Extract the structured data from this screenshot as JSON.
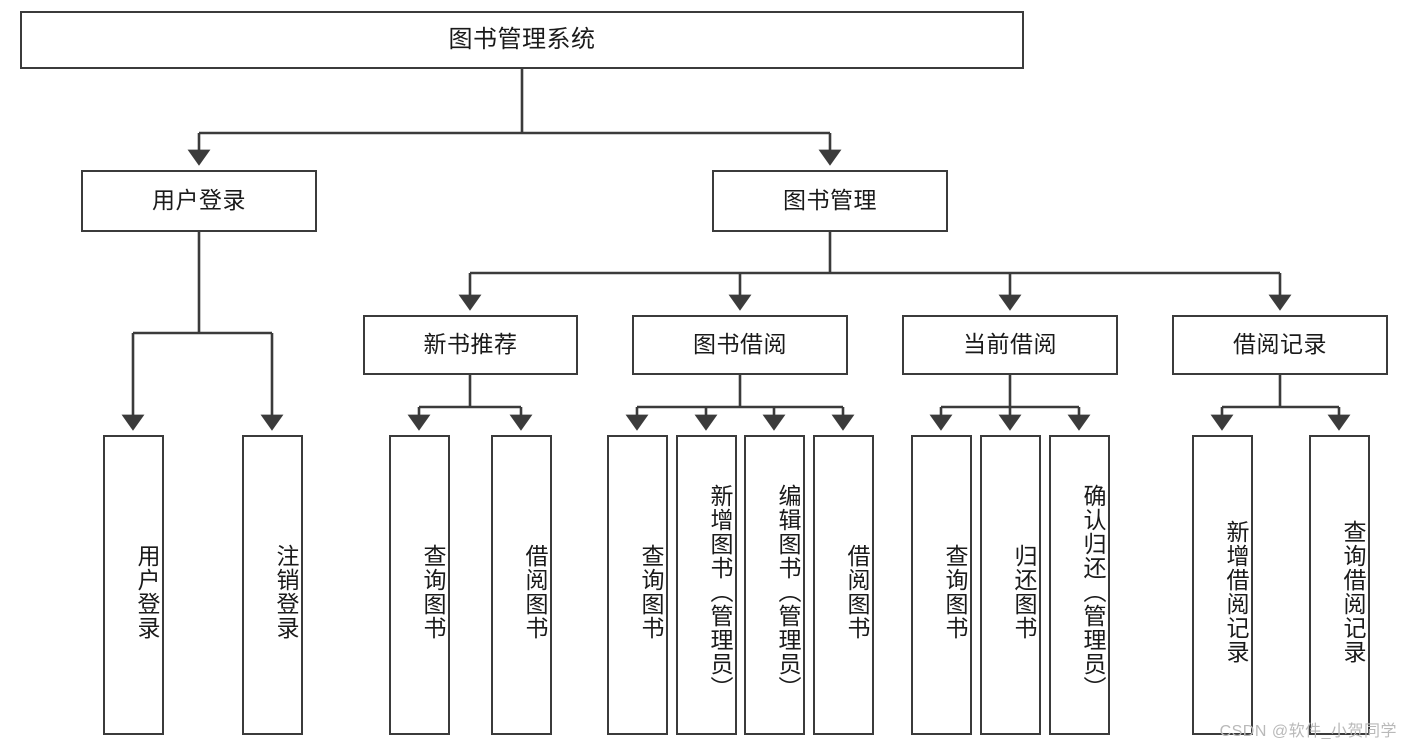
{
  "diagram": {
    "type": "tree-hierarchy-diagram",
    "title": "图书管理系统",
    "style": {
      "box_fill": "#ffffff",
      "box_border": "#3b3b3b",
      "line_color": "#3b3b3b",
      "text_color": "#1a1a1a",
      "background": "#ffffff"
    },
    "levels": {
      "level1": [
        {
          "id": "root",
          "label": "图书管理系统"
        }
      ],
      "level2": [
        {
          "id": "user-login",
          "label": "用户登录",
          "parent": "root"
        },
        {
          "id": "book-manage",
          "label": "图书管理",
          "parent": "root"
        }
      ],
      "level3": [
        {
          "id": "new-book-rec",
          "label": "新书推荐",
          "parent": "book-manage"
        },
        {
          "id": "book-borrow",
          "label": "图书借阅",
          "parent": "book-manage"
        },
        {
          "id": "current-borrow",
          "label": "当前借阅",
          "parent": "book-manage"
        },
        {
          "id": "borrow-record",
          "label": "借阅记录",
          "parent": "book-manage"
        }
      ],
      "leaves": [
        {
          "id": "leaf-user-login",
          "label": "用户登录",
          "parent": "user-login"
        },
        {
          "id": "leaf-logout-login",
          "label": "注销登录",
          "parent": "user-login"
        },
        {
          "id": "leaf-query-book-1",
          "label": "查询图书",
          "parent": "new-book-rec"
        },
        {
          "id": "leaf-borrow-book-1",
          "label": "借阅图书",
          "parent": "new-book-rec"
        },
        {
          "id": "leaf-query-book-2",
          "label": "查询图书",
          "parent": "book-borrow"
        },
        {
          "id": "leaf-add-book",
          "label": "新增图书（管理员）",
          "parent": "book-borrow"
        },
        {
          "id": "leaf-edit-book",
          "label": "编辑图书（管理员）",
          "parent": "book-borrow"
        },
        {
          "id": "leaf-borrow-book-2",
          "label": "借阅图书",
          "parent": "book-borrow"
        },
        {
          "id": "leaf-query-book-3",
          "label": "查询图书",
          "parent": "current-borrow"
        },
        {
          "id": "leaf-return-book",
          "label": "归还图书",
          "parent": "current-borrow"
        },
        {
          "id": "leaf-confirm-return",
          "label": "确认归还（管理员）",
          "parent": "current-borrow"
        },
        {
          "id": "leaf-add-record",
          "label": "新增借阅记录",
          "parent": "borrow-record"
        },
        {
          "id": "leaf-query-record",
          "label": "查询借阅记录",
          "parent": "borrow-record"
        }
      ]
    }
  },
  "watermark": {
    "text": "CSDN @软件_小贺同学"
  }
}
